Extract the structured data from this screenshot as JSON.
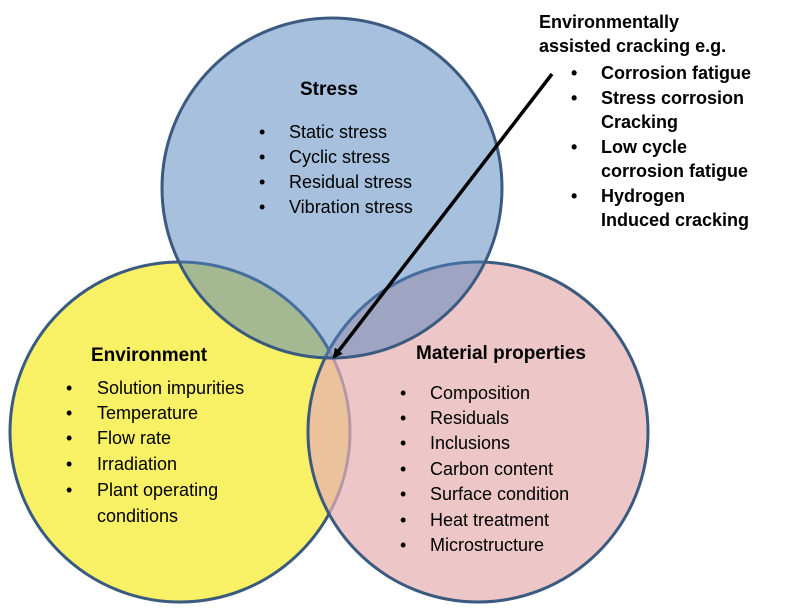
{
  "colors": {
    "stress_fill": "#4f81bd",
    "environment_fill": "#f5ec2b",
    "material_fill": "#e6b0b2",
    "circle_outline": "#3a5a80",
    "arrow": "#000000"
  },
  "stress": {
    "title": "Stress",
    "items": [
      "Static stress",
      "Cyclic stress",
      "Residual stress",
      "Vibration stress"
    ]
  },
  "environment": {
    "title": "Environment",
    "items": [
      "Solution impurities",
      "Temperature",
      "Flow rate",
      "Irradiation",
      "Plant operating",
      "conditions"
    ]
  },
  "material": {
    "title": "Material properties",
    "items": [
      "Composition",
      "Residuals",
      "Inclusions",
      "Carbon content",
      "Surface condition",
      "Heat treatment",
      "Microstructure"
    ]
  },
  "callout": {
    "heading_line1": "Environmentally",
    "heading_line2": "assisted cracking e.g.",
    "items": [
      "Corrosion fatigue",
      "Stress corrosion",
      "Cracking",
      "Low cycle",
      "corrosion fatigue",
      "Hydrogen",
      "Induced cracking"
    ]
  },
  "bullet": "•"
}
